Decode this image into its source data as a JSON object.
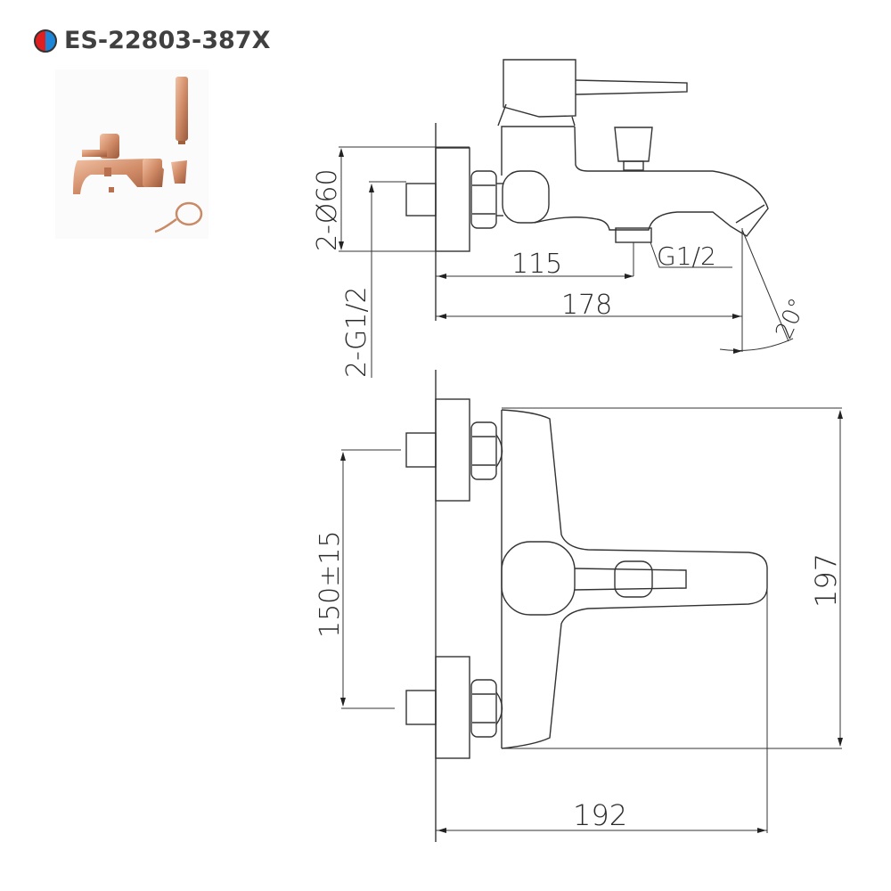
{
  "header": {
    "model_code": "ES-22803-387X",
    "badge_icon": "hot-cold-indicator-icon",
    "badge_colors": {
      "hot": "#e02020",
      "cold": "#1e86d8"
    }
  },
  "product_photo": {
    "description": "rose-gold bath mixer with hand shower, holder and hose",
    "color": "#d89a78"
  },
  "side_view": {
    "dims": {
      "pipe_diameter": "2-Ø60",
      "inlet_thread": "2-G1/2",
      "outlet_thread": "G1/2",
      "outlet_offset": "115",
      "total_projection": "178",
      "spout_angle": "20°"
    }
  },
  "top_view": {
    "dims": {
      "inlet_spacing": "150±15",
      "body_width": "197",
      "total_depth": "192"
    }
  }
}
